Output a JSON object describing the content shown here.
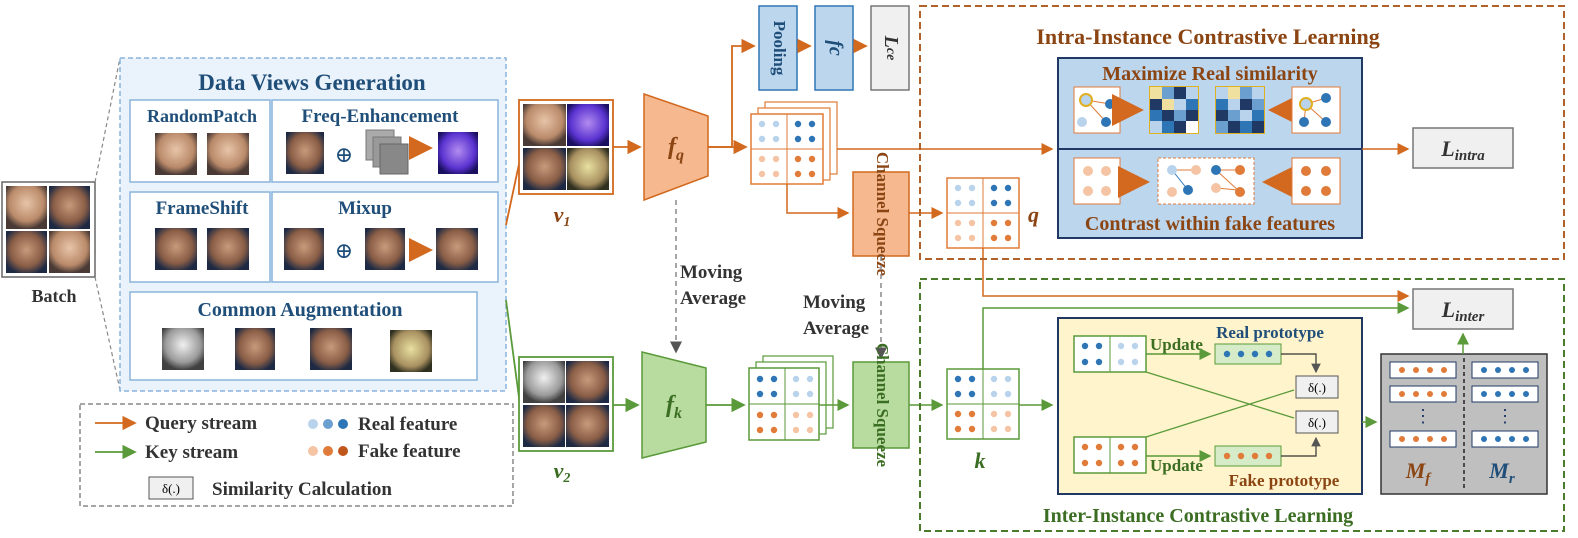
{
  "batch": {
    "label": "Batch"
  },
  "views": {
    "title": "Data Views Generation",
    "random_patch": "RandomPatch",
    "freq_enh": "Freq-Enhancement",
    "frame_shift": "FrameShift",
    "mixup": "Mixup",
    "common_aug": "Common Augmentation",
    "oplus": "⊕"
  },
  "v1": {
    "label": "v",
    "sub": "1"
  },
  "v2": {
    "label": "v",
    "sub": "2"
  },
  "fq": {
    "label": "f",
    "sub": "q"
  },
  "fk": {
    "label": "f",
    "sub": "k"
  },
  "moving_avg_1": {
    "line1": "Moving",
    "line2": "Average"
  },
  "moving_avg_2": {
    "line1": "Moving",
    "line2": "Average"
  },
  "pooling": "Pooling",
  "fc": "fc",
  "lce": {
    "main": "L",
    "sub": "ce"
  },
  "channel_squeeze_top": "Channel Squeeze",
  "channel_squeeze_bottom": "Channel Squeeze",
  "q": "q",
  "k": "k",
  "intra": {
    "title": "Intra-Instance Contrastive Learning",
    "maximize": "Maximize Real similarity",
    "contrast": "Contrast within fake features"
  },
  "l_intra": {
    "main": "L",
    "sub": "intra"
  },
  "l_inter": {
    "main": "L",
    "sub": "inter"
  },
  "inter": {
    "title": "Inter-Instance Contrastive Learning",
    "update_top": "Update",
    "update_bottom": "Update",
    "real_proto": "Real prototype",
    "fake_proto": "Fake prototype",
    "delta": "δ(.)"
  },
  "mem": {
    "mf": "M",
    "mf_sub": "f",
    "mr": "M",
    "mr_sub": "r",
    "dots": "⋮"
  },
  "legend": {
    "query": "Query stream",
    "key": "Key stream",
    "real": "Real feature",
    "fake": "Fake feature",
    "sim": "Similarity Calculation",
    "delta": "δ(.)"
  },
  "colors": {
    "orange": "#d2691e",
    "green": "#5a9a3a",
    "blue_fill": "#bcd6ee",
    "real_dark": "#2e75b6",
    "real_light": "#b9d3ec",
    "fake_dark": "#e07b39",
    "fake_light": "#f4c4a4"
  }
}
